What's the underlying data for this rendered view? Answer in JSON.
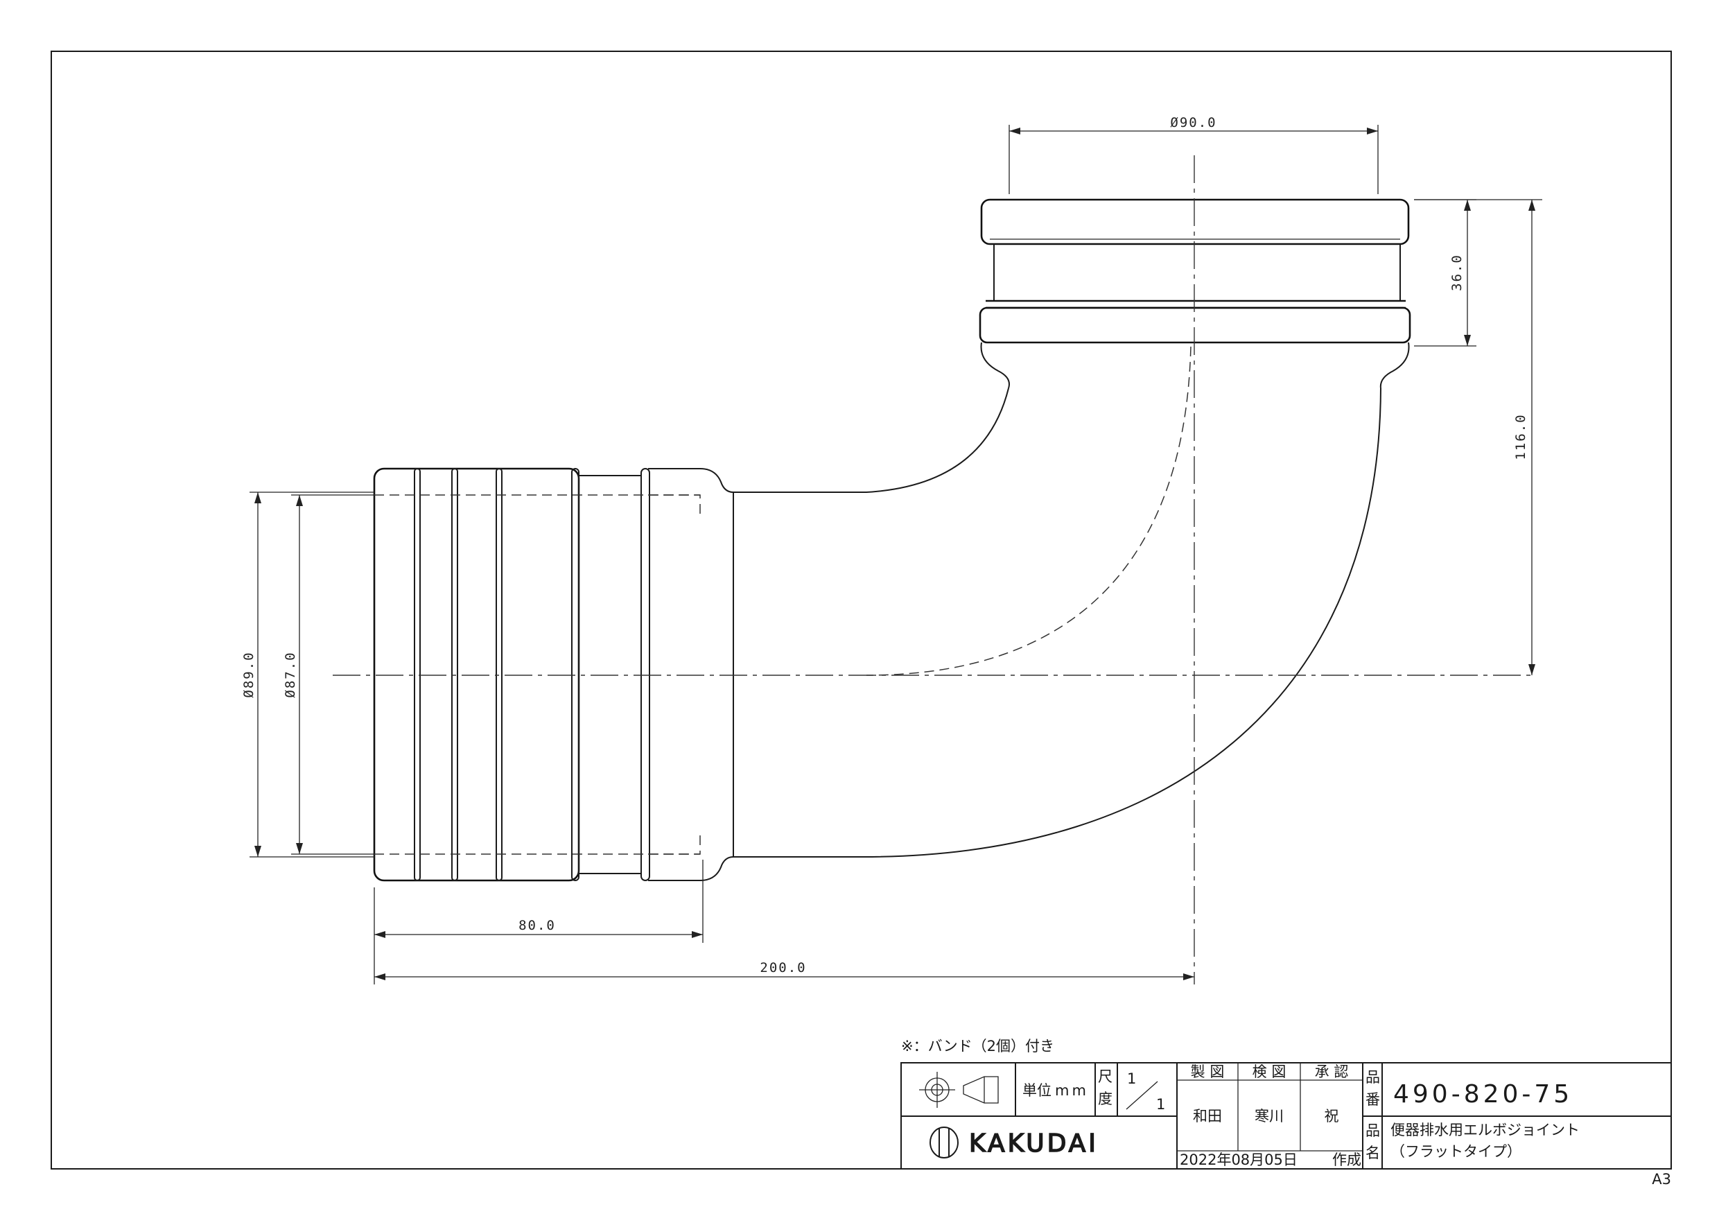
{
  "dimensions": {
    "top_diameter": "Ø90.0",
    "socket_depth": "36.0",
    "height": "116.0",
    "outer_diameter": "Ø89.0",
    "inner_diameter": "Ø87.0",
    "insert_length": "80.0",
    "overall_length": "200.0"
  },
  "note": "※：バンド（2個）付き",
  "title_block": {
    "unit_label": "単位",
    "unit_value": "mm",
    "scale_label_1": "尺",
    "scale_label_2": "度",
    "scale_num": "1",
    "scale_den": "1",
    "drawn_label": "製 図",
    "checked_label": "検 図",
    "approved_label": "承 認",
    "drawn_by": "和田",
    "checked_by": "寒川",
    "approved_by": "祝",
    "part_no_label_1": "品",
    "part_no_label_2": "番",
    "part_no": "490-820-75",
    "part_name_label_1": "品",
    "part_name_label_2": "名",
    "part_name_line1": "便器排水用エルボジョイント",
    "part_name_line2": "（フラットタイプ）",
    "date": "2022年08月05日",
    "created_label": "作成",
    "brand": "KAKUDAI"
  },
  "sheet_size": "A3"
}
